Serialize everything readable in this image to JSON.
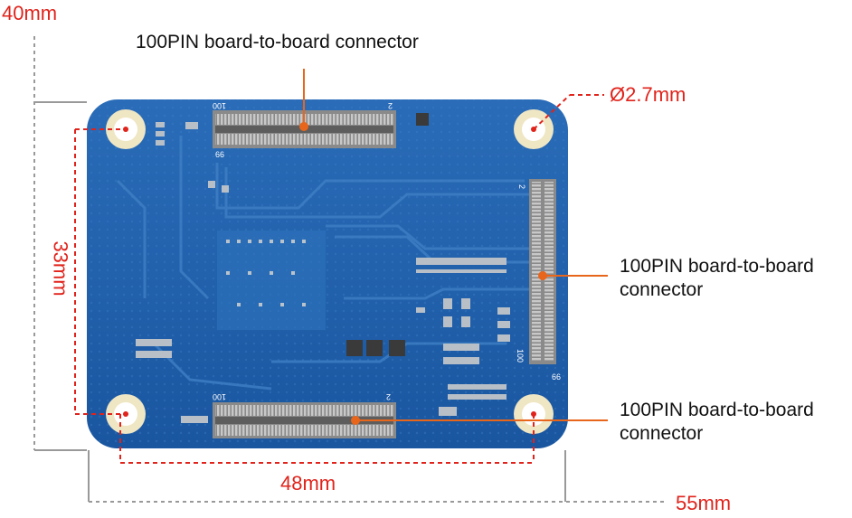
{
  "dimensions": {
    "height_label": "40mm",
    "width_label": "55mm",
    "hole_spacing_vertical": "33mm",
    "hole_spacing_horizontal": "48mm",
    "hole_diameter": "Ø2.7mm"
  },
  "callouts": {
    "top_connector": "100PIN board-to-board connector",
    "right_connector_line1": "100PIN board-to-board",
    "right_connector_line2": "connector",
    "bottom_connector_line1": "100PIN board-to-board",
    "bottom_connector_line2": "connector"
  },
  "silkscreen": {
    "top_pin_start": "100",
    "top_pin_end": "2",
    "top_pin_low": "66",
    "right_pin_start": "2",
    "right_pin_end": "100",
    "right_pin_low": "66",
    "bottom_pin_start": "100",
    "bottom_pin_end": "2"
  },
  "colors": {
    "dimension": "#e0231b",
    "callout_line": "#e8661c",
    "pcb": "#1f5fa8",
    "gray_dim_line": "#999999"
  }
}
